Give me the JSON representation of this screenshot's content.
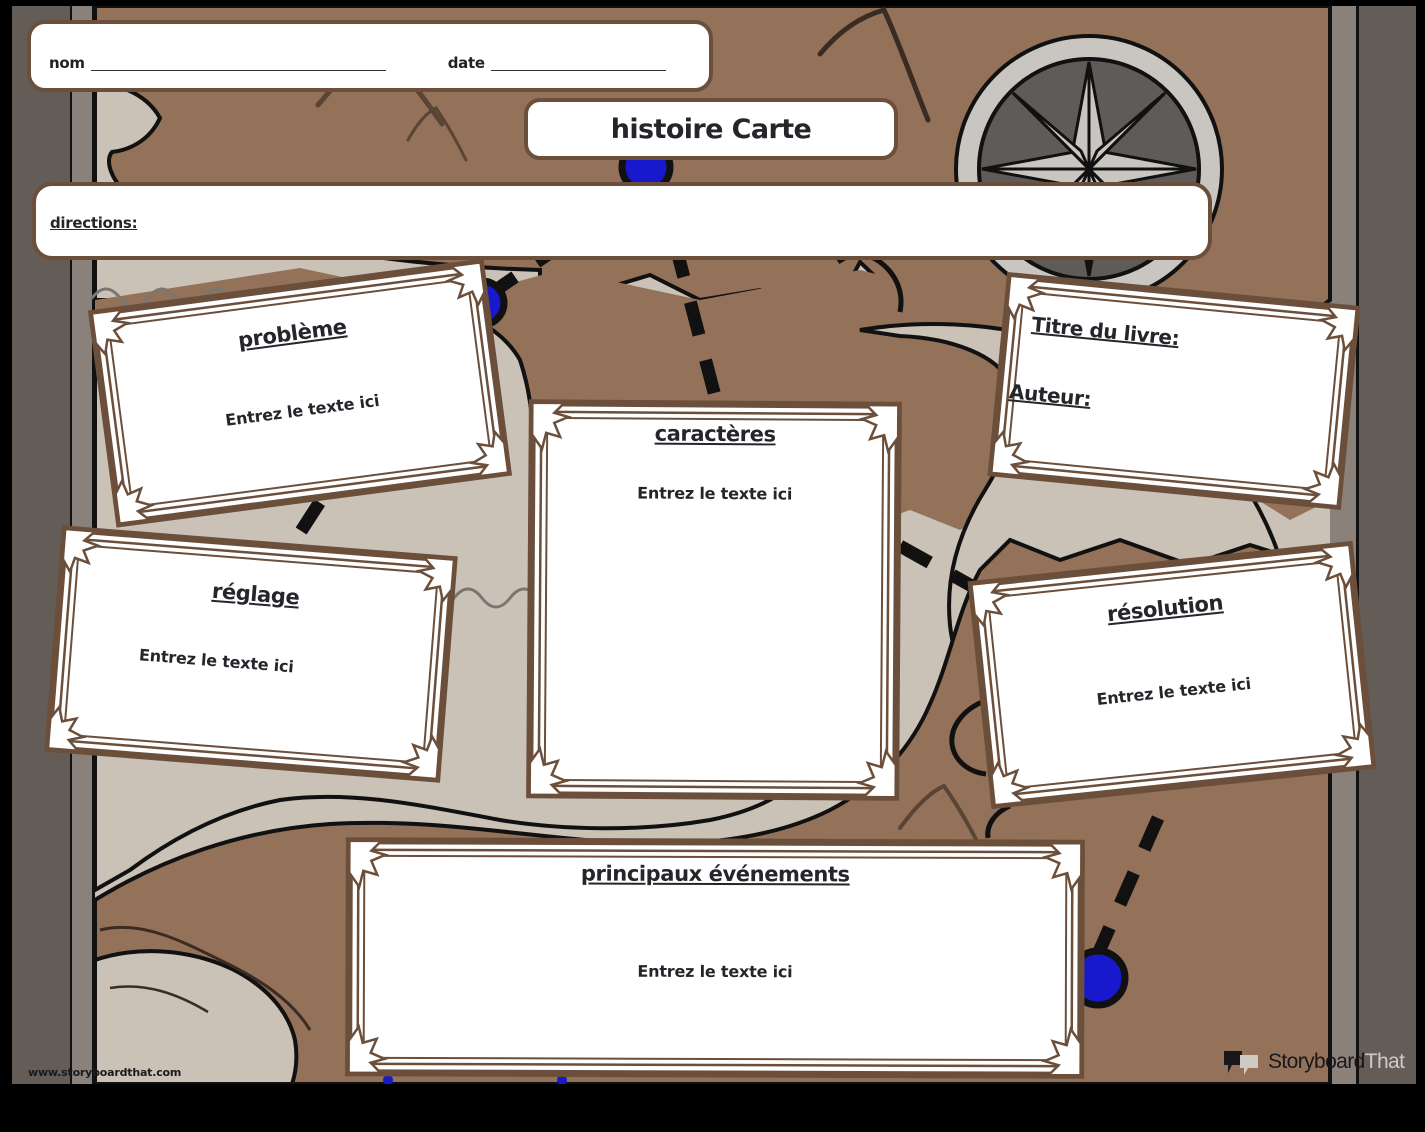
{
  "header": {
    "name_label": "nom",
    "date_label": "date",
    "title": "histoire Carte",
    "directions_label": "directions:"
  },
  "cards": [
    {
      "id": "probleme",
      "title": "problème",
      "body": "Entrez le texte ici"
    },
    {
      "id": "book-info",
      "title": "Titre du livre:",
      "body": "Auteur:"
    },
    {
      "id": "caracteres",
      "title": "caractères",
      "body": "Entrez le texte ici"
    },
    {
      "id": "reglage",
      "title": "réglage",
      "body": "Entrez le texte ici"
    },
    {
      "id": "resolution",
      "title": "résolution",
      "body": "Entrez le texte ici"
    },
    {
      "id": "evenements",
      "title": "principaux événements",
      "body": "Entrez le texte ici"
    }
  ],
  "footer": {
    "url": "www.storyboardthat.com",
    "logo_primary": "Storyboard",
    "logo_secondary": "That"
  },
  "colors": {
    "land_brown": "#937259",
    "land_beige": "#CBC2B7",
    "frame_brown": "#6B4F3B",
    "edge_dark_gray": "#645D57",
    "edge_mid_gray": "#8A817A",
    "marker_blue": "#1818CC",
    "path_black": "#111111",
    "compass_light": "#C9C6C2",
    "compass_dark": "#5E5B58"
  }
}
